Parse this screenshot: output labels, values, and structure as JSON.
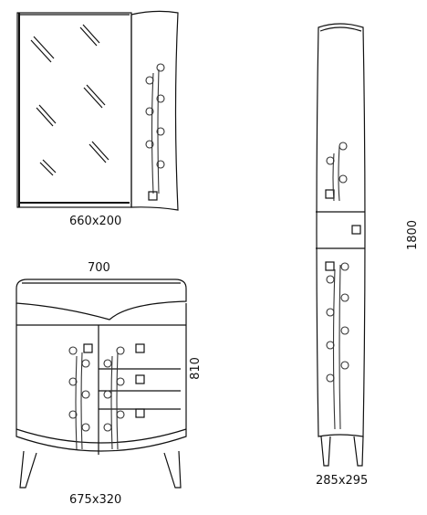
{
  "dimensions": {
    "mirror": "660x200",
    "vanity_width": "700",
    "vanity_height": "810",
    "vanity_depth": "675x320",
    "column_height": "1800",
    "column_depth": "285x295"
  }
}
